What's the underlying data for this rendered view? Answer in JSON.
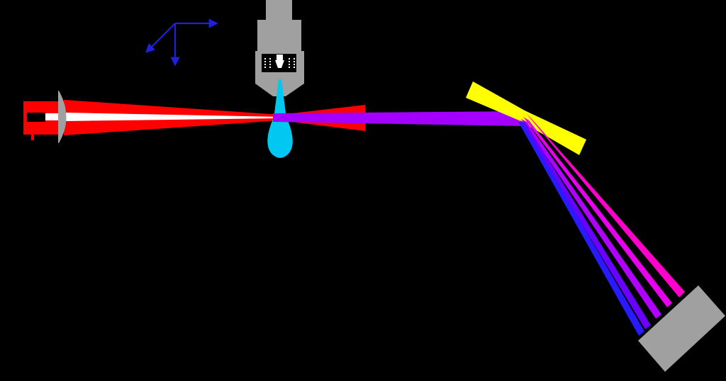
{
  "colors": {
    "background": "#000000",
    "laser_red": "#ff0000",
    "laser_core": "#ffffff",
    "xray_beam": "#a300ff",
    "nozzle": "#a0a0a0",
    "nozzle_interior": "#ffffff",
    "liquid_jet": "#00c8f0",
    "mirror": "#ffff00",
    "detector": "#a0a0a0",
    "axes": "#2020e0",
    "spectrum_outer": "#ff00cc",
    "spectrum_mid_outer": "#e800ee",
    "spectrum_mid_inner": "#b000ff",
    "spectrum_inner": "#6a00ff",
    "spectrum_edge": "#2a1aff"
  },
  "components": {
    "laser_source": "laser-source",
    "focusing_lens": "focusing-lens",
    "nozzle": "nozzle-assembly",
    "liquid_jet": "liquid-jet",
    "xray_beam": "xray-beam",
    "mirror": "reflective-grating",
    "spectral_fan": "dispersed-spectrum",
    "detector": "detector",
    "axes": "coordinate-axes"
  }
}
